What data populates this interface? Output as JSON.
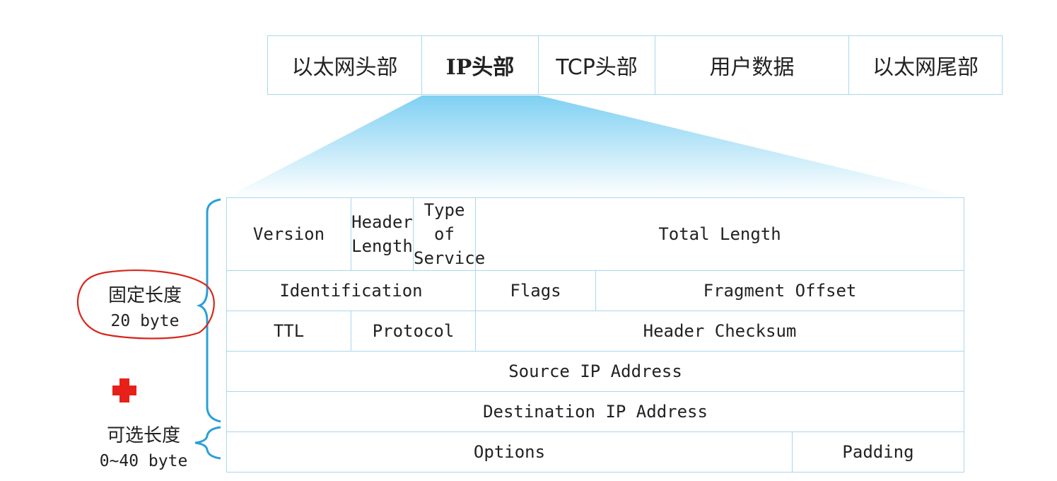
{
  "frame": {
    "cells": [
      {
        "label": "以太网头部"
      },
      {
        "label": "IP头部"
      },
      {
        "label": "TCP头部"
      },
      {
        "label": "用户数据"
      },
      {
        "label": "以太网尾部"
      }
    ]
  },
  "ip_header": {
    "row1": {
      "version": "Version",
      "header_length_1": "Header",
      "header_length_2": "Length",
      "tos_1": "Type of",
      "tos_2": "Service",
      "total_length": "Total Length"
    },
    "row2": {
      "identification": "Identification",
      "flags": "Flags",
      "fragment_offset": "Fragment Offset"
    },
    "row3": {
      "ttl": "TTL",
      "protocol": "Protocol",
      "header_checksum": "Header Checksum"
    },
    "row4": {
      "source": "Source IP Address"
    },
    "row5": {
      "destination": "Destination IP Address"
    },
    "row6": {
      "options": "Options",
      "padding": "Padding"
    }
  },
  "labels": {
    "fixed_title": "固定长度",
    "fixed_size": "20 byte",
    "optional_title": "可选长度",
    "optional_size": "0~40 byte"
  },
  "colors": {
    "border": "#a9d7ee",
    "brace": "#2aa0d8",
    "highlight_circle": "#d8261c",
    "plus": "#e8201a"
  },
  "icons": {
    "plus": "red-plus-icon"
  }
}
